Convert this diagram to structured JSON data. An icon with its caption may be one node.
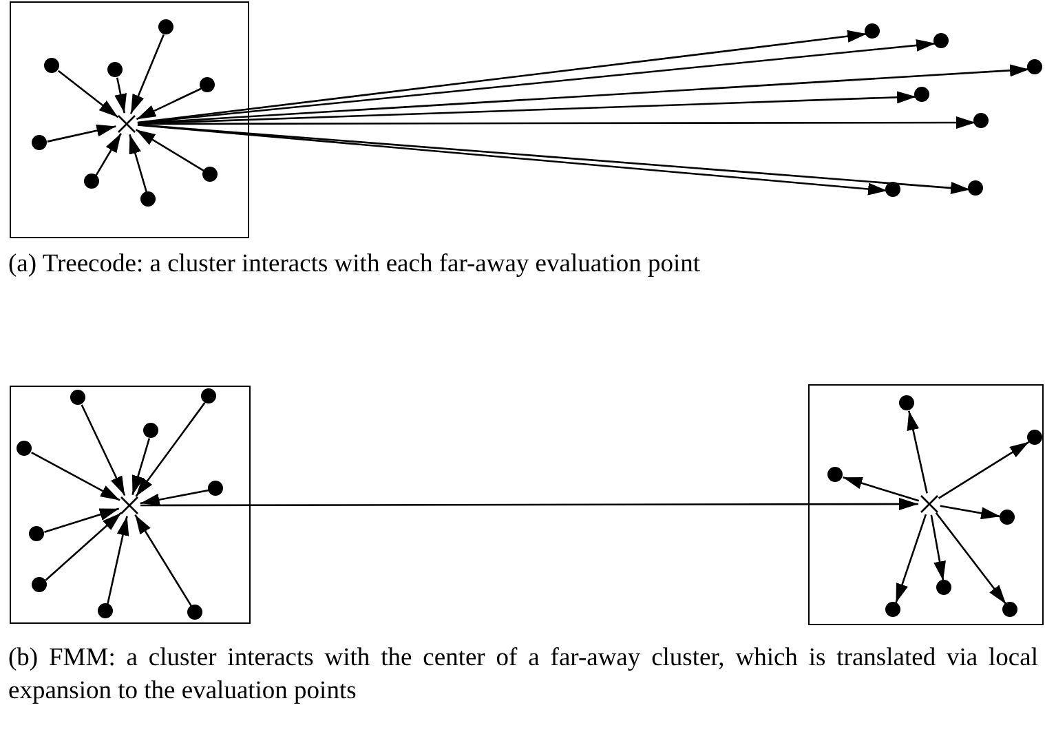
{
  "diagram": {
    "nodes": [
      {
        "text": [],
        "shape": "box"
      },
      {
        "text": [],
        "shape": "cross",
        "in": 0
      },
      {
        "text": [],
        "shape": "circle",
        "in": 0
      },
      {
        "text": [],
        "shape": "circle",
        "in": 0
      },
      {
        "text": [],
        "shape": "circle",
        "in": 0
      },
      {
        "text": [],
        "shape": "circle",
        "in": 0
      },
      {
        "text": [],
        "shape": "circle",
        "in": 0
      },
      {
        "text": [],
        "shape": "circle",
        "in": 0
      },
      {
        "text": [],
        "shape": "circle",
        "in": 0
      },
      {
        "text": [],
        "shape": "circle",
        "in": 0
      },
      {
        "text": [],
        "shape": "circle"
      },
      {
        "text": [],
        "shape": "circle"
      },
      {
        "text": [],
        "shape": "circle"
      },
      {
        "text": [],
        "shape": "circle"
      },
      {
        "text": [],
        "shape": "circle"
      },
      {
        "text": [],
        "shape": "circle"
      },
      {
        "text": [],
        "shape": "circle"
      },
      {
        "text": [],
        "shape": "box"
      },
      {
        "text": [],
        "shape": "cross",
        "in": 17
      },
      {
        "text": [],
        "shape": "circle",
        "in": 17
      },
      {
        "text": [],
        "shape": "circle",
        "in": 17
      },
      {
        "text": [],
        "shape": "circle",
        "in": 17
      },
      {
        "text": [],
        "shape": "circle",
        "in": 17
      },
      {
        "text": [],
        "shape": "circle",
        "in": 17
      },
      {
        "text": [],
        "shape": "circle",
        "in": 17
      },
      {
        "text": [],
        "shape": "circle",
        "in": 17
      },
      {
        "text": [],
        "shape": "circle",
        "in": 17
      },
      {
        "text": [],
        "shape": "circle",
        "in": 17
      },
      {
        "text": [],
        "shape": "box"
      },
      {
        "text": [],
        "shape": "cross",
        "in": 28
      },
      {
        "text": [],
        "shape": "circle",
        "in": 28
      },
      {
        "text": [],
        "shape": "circle",
        "in": 28
      },
      {
        "text": [],
        "shape": "circle",
        "in": 28
      },
      {
        "text": [],
        "shape": "circle",
        "in": 28
      },
      {
        "text": [],
        "shape": "circle",
        "in": 28
      },
      {
        "text": [],
        "shape": "circle",
        "in": 28
      },
      {
        "text": [],
        "shape": "circle",
        "in": 28
      }
    ],
    "edges": [
      {
        "from": 2,
        "to": 1,
        "arrow": "to"
      },
      {
        "from": 3,
        "to": 1,
        "arrow": "to"
      },
      {
        "from": 4,
        "to": 1,
        "arrow": "to"
      },
      {
        "from": 5,
        "to": 1,
        "arrow": "to"
      },
      {
        "from": 6,
        "to": 1,
        "arrow": "to"
      },
      {
        "from": 7,
        "to": 1,
        "arrow": "to"
      },
      {
        "from": 8,
        "to": 1,
        "arrow": "to"
      },
      {
        "from": 9,
        "to": 1,
        "arrow": "to"
      },
      {
        "from": 1,
        "to": 10,
        "arrow": "to"
      },
      {
        "from": 1,
        "to": 11,
        "arrow": "to"
      },
      {
        "from": 1,
        "to": 12,
        "arrow": "to"
      },
      {
        "from": 1,
        "to": 13,
        "arrow": "to"
      },
      {
        "from": 1,
        "to": 14,
        "arrow": "to"
      },
      {
        "from": 1,
        "to": 15,
        "arrow": "to"
      },
      {
        "from": 1,
        "to": 16,
        "arrow": "to"
      },
      {
        "from": 19,
        "to": 18,
        "arrow": "to"
      },
      {
        "from": 20,
        "to": 18,
        "arrow": "to"
      },
      {
        "from": 21,
        "to": 18,
        "arrow": "to"
      },
      {
        "from": 22,
        "to": 18,
        "arrow": "to"
      },
      {
        "from": 23,
        "to": 18,
        "arrow": "to"
      },
      {
        "from": 24,
        "to": 18,
        "arrow": "to"
      },
      {
        "from": 25,
        "to": 18,
        "arrow": "to"
      },
      {
        "from": 26,
        "to": 18,
        "arrow": "to"
      },
      {
        "from": 27,
        "to": 18,
        "arrow": "to"
      },
      {
        "from": 18,
        "to": 29,
        "arrow": "to"
      },
      {
        "from": 29,
        "to": 30,
        "arrow": "to"
      },
      {
        "from": 29,
        "to": 31,
        "arrow": "to"
      },
      {
        "from": 29,
        "to": 32,
        "arrow": "to"
      },
      {
        "from": 29,
        "to": 33,
        "arrow": "to"
      },
      {
        "from": 29,
        "to": 34,
        "arrow": "to"
      },
      {
        "from": 29,
        "to": 35,
        "arrow": "to"
      },
      {
        "from": 29,
        "to": 36,
        "arrow": "to"
      }
    ],
    "labels": [
      "(a) Treecode: a cluster interacts with each far-away evaluation point",
      "(b) FMM: a cluster interacts with the center of a far-away cluster, which is translated via local expansion to the evaluation points"
    ]
  }
}
